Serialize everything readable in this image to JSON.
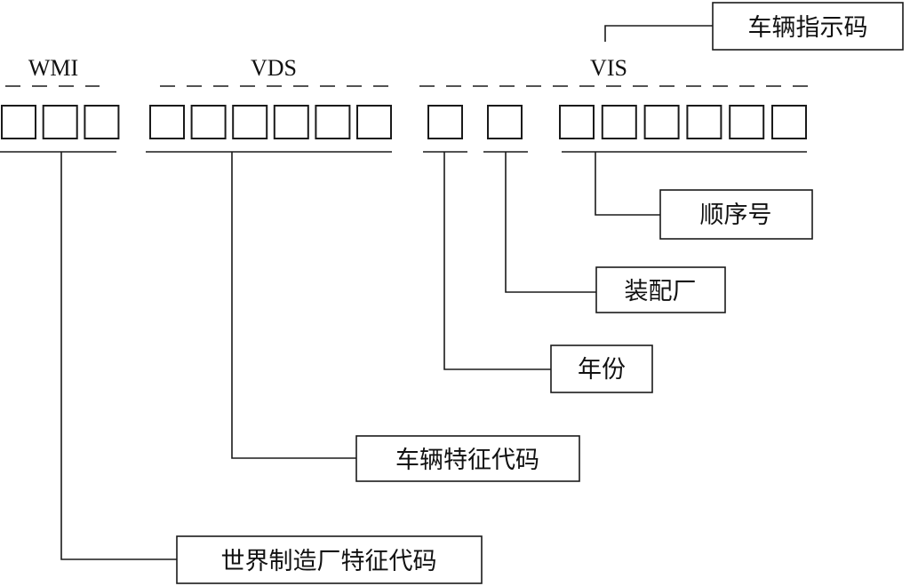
{
  "segments": {
    "wmi": "WMI",
    "vds": "VDS",
    "vis": "VIS"
  },
  "labels": {
    "vehicle_identifier": "车辆指示码",
    "serial_number": "顺序号",
    "assembly_plant": "装配厂",
    "model_year": "年份",
    "vehicle_descriptor": "车辆特征代码",
    "world_manufacturer": "世界制造厂特征代码"
  },
  "char_counts": {
    "wmi": 3,
    "vds": 6,
    "year": 1,
    "plant": 1,
    "serial": 6
  }
}
